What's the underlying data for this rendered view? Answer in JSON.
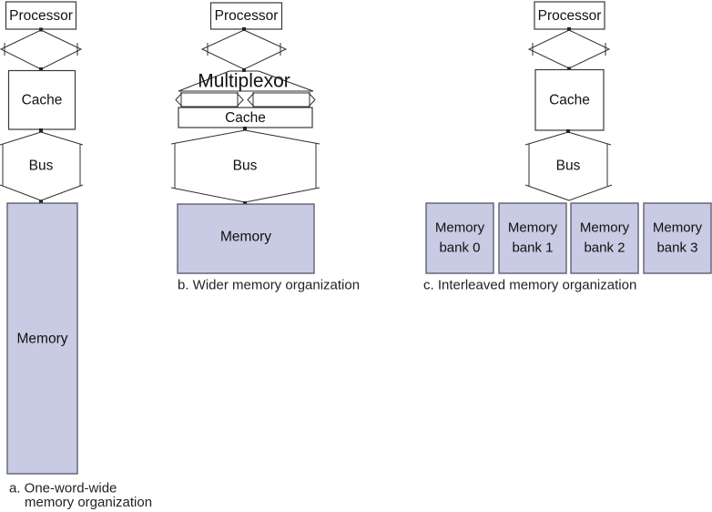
{
  "figure": {
    "colors": {
      "memory_fill": "#c9cae3",
      "memory_border": "#54546a",
      "line": "#2f2f2f",
      "text": "#111111"
    },
    "diagram_a": {
      "processor": "Processor",
      "cache": "Cache",
      "bus": "Bus",
      "memory": "Memory",
      "caption_line1": "a. One-word-wide",
      "caption_line2": "memory organization"
    },
    "diagram_b": {
      "processor": "Processor",
      "multiplexor": "Multiplexor",
      "cache": "Cache",
      "bus": "Bus",
      "memory": "Memory",
      "caption": "b. Wider memory organization"
    },
    "diagram_c": {
      "processor": "Processor",
      "cache": "Cache",
      "bus": "Bus",
      "banks": [
        {
          "line1": "Memory",
          "line2": "bank 0"
        },
        {
          "line1": "Memory",
          "line2": "bank 1"
        },
        {
          "line1": "Memory",
          "line2": "bank 2"
        },
        {
          "line1": "Memory",
          "line2": "bank 3"
        }
      ],
      "caption": "c. Interleaved memory organization"
    }
  }
}
